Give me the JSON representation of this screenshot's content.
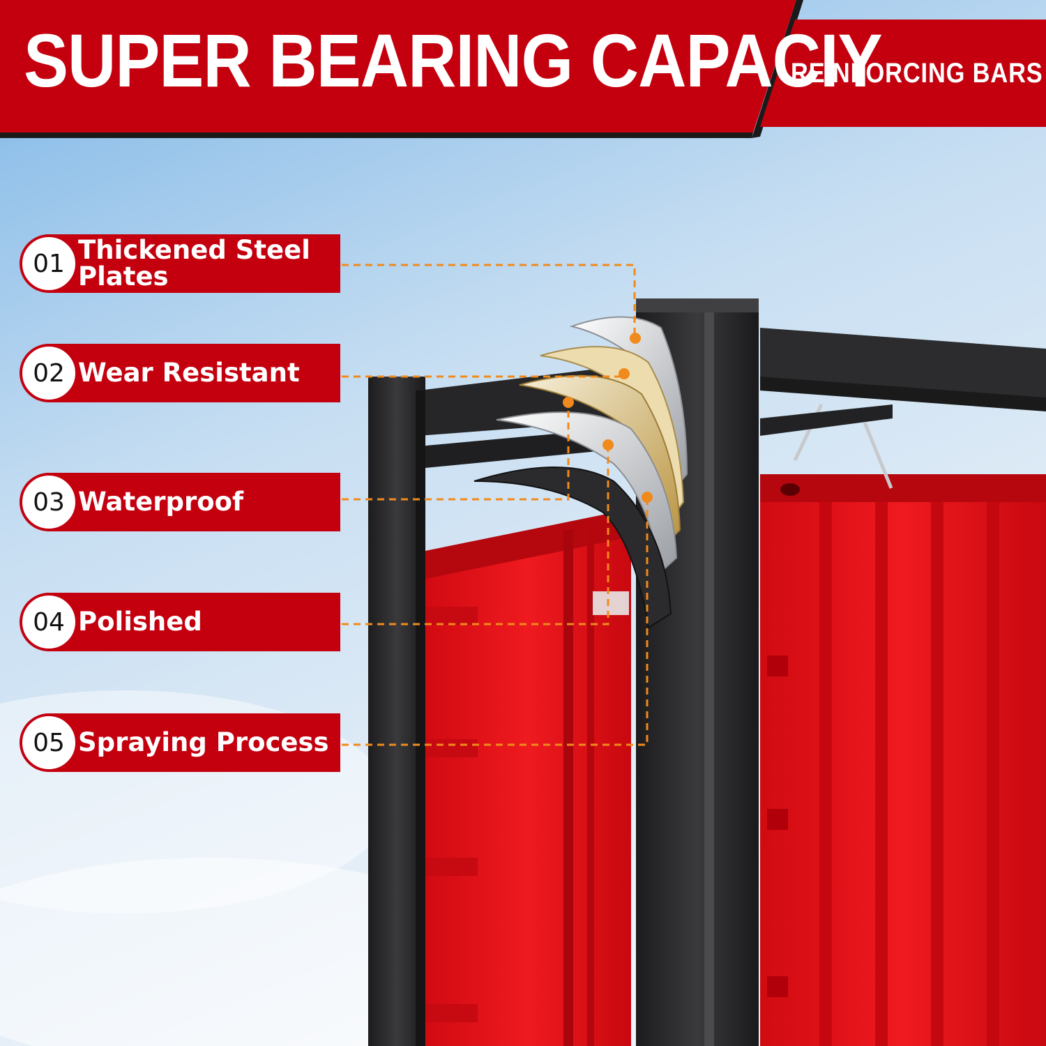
{
  "header": {
    "title": "SUPER BEARING CAPACIY",
    "subtitle": "REINFORCING  BARS"
  },
  "features": [
    {
      "number": "01",
      "label": "Thickened Steel Plates"
    },
    {
      "number": "02",
      "label": "Wear Resistant"
    },
    {
      "number": "03",
      "label": "Waterproof"
    },
    {
      "number": "04",
      "label": "Polished"
    },
    {
      "number": "05",
      "label": "Spraying Process"
    }
  ],
  "colors": {
    "brand_red": "#c4000f",
    "leader_orange": "#f08a1c",
    "frame_black": "#2a2a2c",
    "container_red": "#e8131a",
    "sky_top": "#8fc0ea",
    "sky_bottom": "#eef4fa"
  }
}
